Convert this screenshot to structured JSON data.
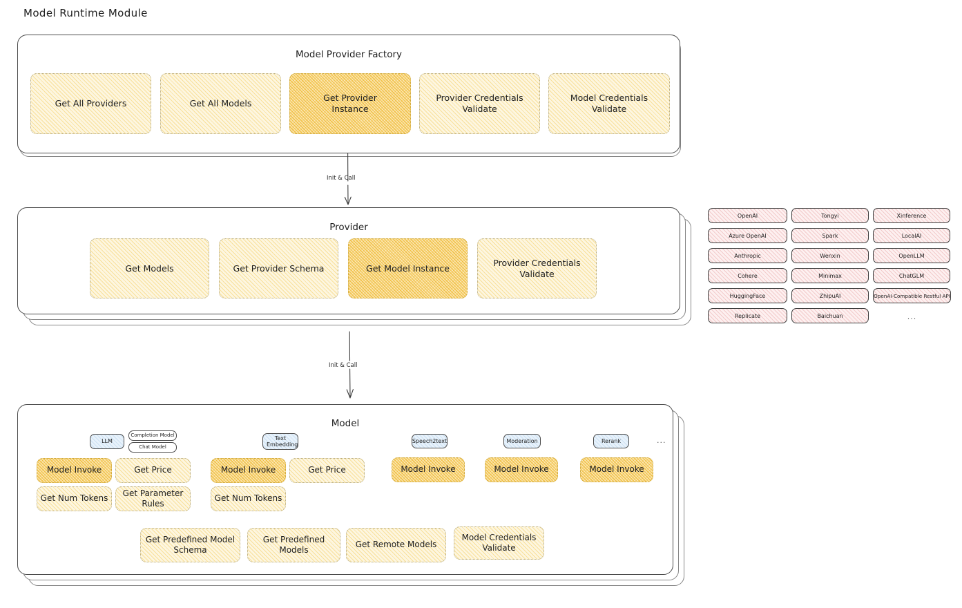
{
  "page": {
    "title": "Model Runtime Module",
    "colors": {
      "box_fill": "#fdf6e0",
      "box_highlight_fill": "#fbe7b2",
      "provider_pill_fill": "#fdf0f0",
      "type_badge_fill": "#e8f2fb",
      "stroke": "#1e1e1e",
      "background": "#ffffff"
    }
  },
  "factory": {
    "title": "Model Provider Factory",
    "methods": [
      {
        "label": "Get All Providers",
        "highlighted": false
      },
      {
        "label": "Get All Models",
        "highlighted": false
      },
      {
        "label": "Get Provider Instance",
        "highlighted": true
      },
      {
        "label": "Provider Credentials Validate",
        "highlighted": false
      },
      {
        "label": "Model Credentials Validate",
        "highlighted": false
      }
    ]
  },
  "arrow1": {
    "label": "Init & Call"
  },
  "provider": {
    "title": "Provider",
    "methods": [
      {
        "label": "Get Models",
        "highlighted": false
      },
      {
        "label": "Get Provider Schema",
        "highlighted": false
      },
      {
        "label": "Get Model Instance",
        "highlighted": true
      },
      {
        "label": "Provider Credentials Validate",
        "highlighted": false
      }
    ]
  },
  "arrow2": {
    "label": "Init & Call"
  },
  "provider_list": {
    "columns": [
      [
        "OpenAI",
        "Azure OpenAI",
        "Anthropic",
        "Cohere",
        "HuggingFace",
        "Replicate"
      ],
      [
        "Tongyi",
        "Spark",
        "Wenxin",
        "Minimax",
        "ZhipuAI",
        "Baichuan"
      ],
      [
        "Xinference",
        "LocalAI",
        "OpenLLM",
        "ChatGLM",
        "OpenAI-Compatible Restful API"
      ]
    ],
    "more": "..."
  },
  "model": {
    "title": "Model",
    "more": "...",
    "types": [
      {
        "badge": "LLM",
        "sub_badges": [
          "Completion Model",
          "Chat Model"
        ],
        "methods": [
          {
            "label": "Model Invoke",
            "highlighted": true
          },
          {
            "label": "Get Price",
            "highlighted": false
          },
          {
            "label": "Get Num Tokens",
            "highlighted": false
          },
          {
            "label": "Get Parameter Rules",
            "highlighted": false
          }
        ]
      },
      {
        "badge": "Text Embedding",
        "sub_badges": [],
        "methods": [
          {
            "label": "Model Invoke",
            "highlighted": true
          },
          {
            "label": "Get Price",
            "highlighted": false
          },
          {
            "label": "Get Num Tokens",
            "highlighted": false
          }
        ]
      },
      {
        "badge": "Speech2text",
        "sub_badges": [],
        "methods": [
          {
            "label": "Model Invoke",
            "highlighted": true
          }
        ]
      },
      {
        "badge": "Moderation",
        "sub_badges": [],
        "methods": [
          {
            "label": "Model Invoke",
            "highlighted": true
          }
        ]
      },
      {
        "badge": "Rerank",
        "sub_badges": [],
        "methods": [
          {
            "label": "Model Invoke",
            "highlighted": true
          }
        ]
      }
    ],
    "common_methods": [
      {
        "label": "Get Predefined Model Schema"
      },
      {
        "label": "Get Predefined Models"
      },
      {
        "label": "Get Remote Models"
      },
      {
        "label": "Model Credentials Validate"
      }
    ]
  }
}
